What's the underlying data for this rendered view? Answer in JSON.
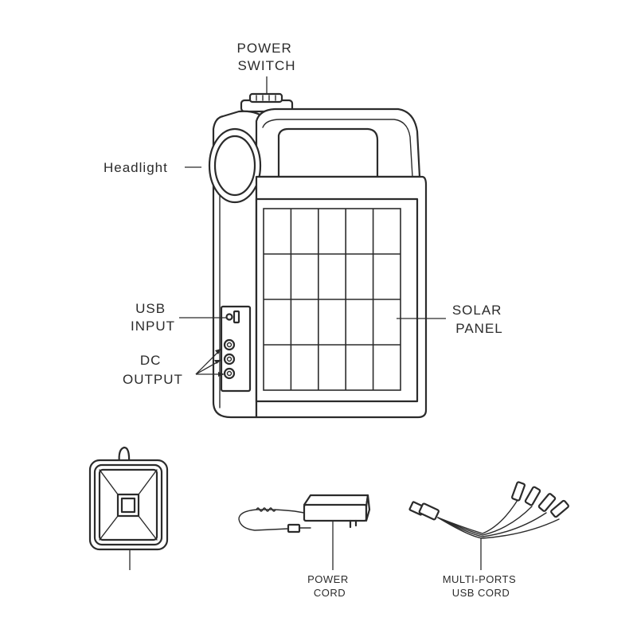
{
  "labels": {
    "power_switch": [
      "POWER",
      "SWITCH"
    ],
    "headlight": "Headlight",
    "usb_input": [
      "USB",
      "INPUT"
    ],
    "dc_output": [
      "DC",
      "OUTPUT"
    ],
    "solar_panel": [
      "SOLAR",
      "PANEL"
    ],
    "power_cord": [
      "POWER",
      "CORD"
    ],
    "usb_cord": [
      "MULTI-PORTS",
      "USB CORD"
    ]
  },
  "solar_grid": {
    "rows": 4,
    "columns": 5
  },
  "dc_output_port_count": 3
}
